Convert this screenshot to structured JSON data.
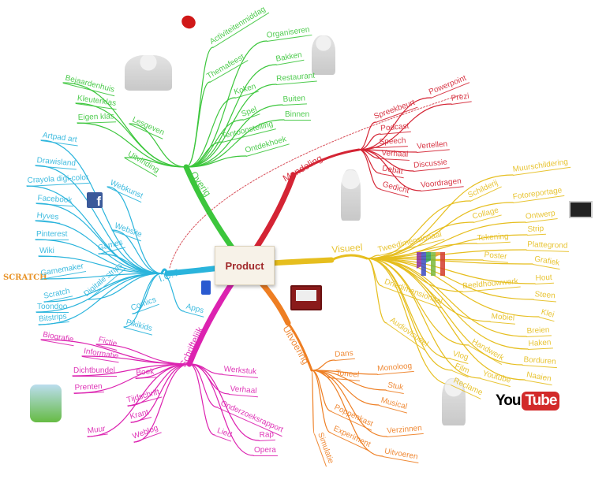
{
  "center": {
    "label": "Product"
  },
  "logos": {
    "youtube_you": "You",
    "youtube_tube": "Tube",
    "scratch": "SCRATCH",
    "facebook": "f"
  },
  "branches": [
    {
      "name": "Overig",
      "color": "#3cc63c",
      "labels": [
        "Overig",
        "Activiteitenmiddag",
        "Themafeest",
        "Organiseren",
        "Koken",
        "Bakken",
        "Restaurant",
        "Spel",
        "Buiten",
        "Binnen",
        "Tentoonstelling",
        "Ontdekhoek",
        "Lesgeven",
        "Bejaardenhuis",
        "Kleuterklas",
        "Eigen klas",
        "Uitvinding"
      ]
    },
    {
      "name": "I.C.T.",
      "color": "#2ab4dc",
      "labels": [
        "I.C.T.",
        "Webkunst",
        "Artpad art",
        "Drawisland",
        "Crayola digi-color",
        "Website",
        "Facebook",
        "Hyves",
        "Pinterest",
        "Wiki",
        "Games",
        "Gamemaker",
        "Digitale strips",
        "Scratch",
        "Toondoo",
        "Bitstrips",
        "Comics",
        "Pikikids",
        "Apps"
      ]
    },
    {
      "name": "Schriftelijk",
      "color": "#dc22b0",
      "labels": [
        "Schriftelijk",
        "Boek",
        "Biografie",
        "Fictie",
        "Informatie",
        "Dichtbundel",
        "Prenten",
        "Tijdschrift",
        "Krant",
        "Muur",
        "Weblog",
        "Werkstuk",
        "Verhaal",
        "Onderzoeksrapport",
        "Lied",
        "Rap",
        "Opera"
      ]
    },
    {
      "name": "Mondeling",
      "color": "#d42434",
      "labels": [
        "Mondeling",
        "Spreekbeurt",
        "Powerpoint",
        "Prezi",
        "Podcast",
        "Speech",
        "Verhaal",
        "Vertellen",
        "Debat",
        "Discussie",
        "Gedicht",
        "Voordragen"
      ]
    },
    {
      "name": "Visueel",
      "color": "#e6be1e",
      "labels": [
        "Visueel",
        "Tweedimensionaal",
        "Schilderij",
        "Muurschildering",
        "Collage",
        "Fotoreportage",
        "Tekening",
        "Ontwerp",
        "Strip",
        "Plattegrond",
        "Poster",
        "Grafiek",
        "Driedimensionaal",
        "Beeldhouwwerk",
        "Hout",
        "Steen",
        "Klei",
        "Mobiel",
        "Handwerk",
        "Breien",
        "Haken",
        "Borduren",
        "Naaien",
        "Audiovisueel",
        "Vlog",
        "Film",
        "Youtube",
        "Reclame"
      ]
    },
    {
      "name": "Uitvoering",
      "color": "#ee7e22",
      "labels": [
        "Uitvoering",
        "Dans",
        "Toneel",
        "Monoloog",
        "Stuk",
        "Musical",
        "Poppenkast",
        "Experiment",
        "Verzinnen",
        "Uitvoeren",
        "Simulatie"
      ]
    }
  ]
}
